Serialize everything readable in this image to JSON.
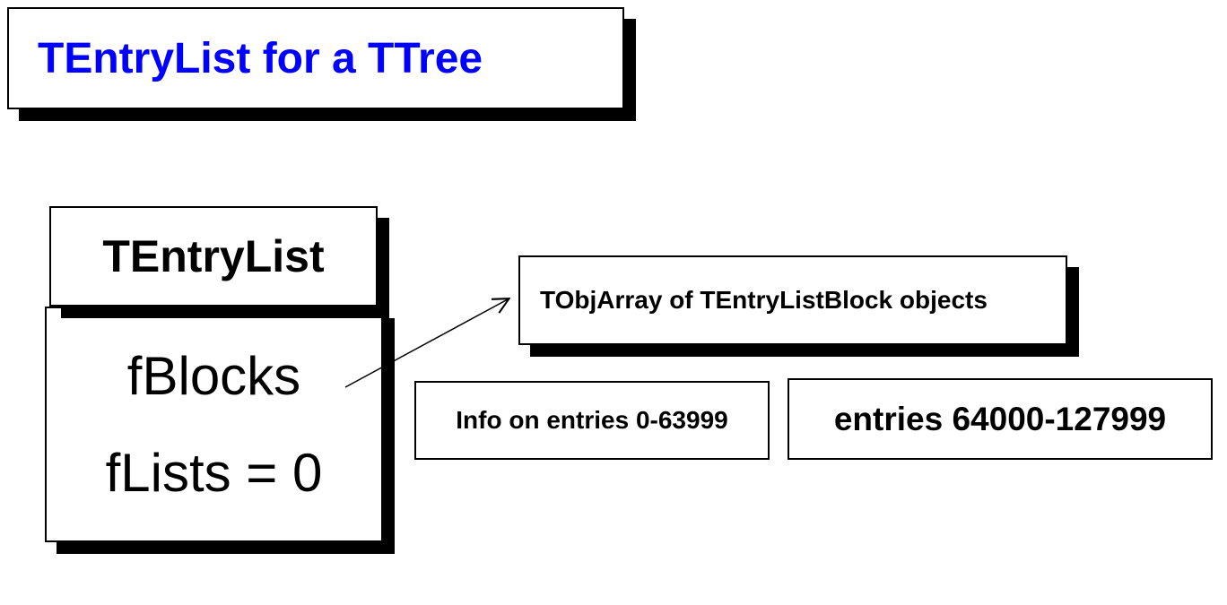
{
  "title": {
    "text": "TEntryList for a TTree"
  },
  "entrylist_box": {
    "header": "TEntryList",
    "fields": [
      "fBlocks",
      "fLists = 0"
    ]
  },
  "tobjarray_box": {
    "text": "TObjArray of TEntryListBlock objects"
  },
  "block_boxes": [
    {
      "text": "Info on entries 0-63999"
    },
    {
      "text": "entries 64000-127999"
    }
  ],
  "colors": {
    "title_text": "#0000ff",
    "box_border": "#000000",
    "shadow": "#000000",
    "background": "#ffffff",
    "body_text": "#000000"
  }
}
